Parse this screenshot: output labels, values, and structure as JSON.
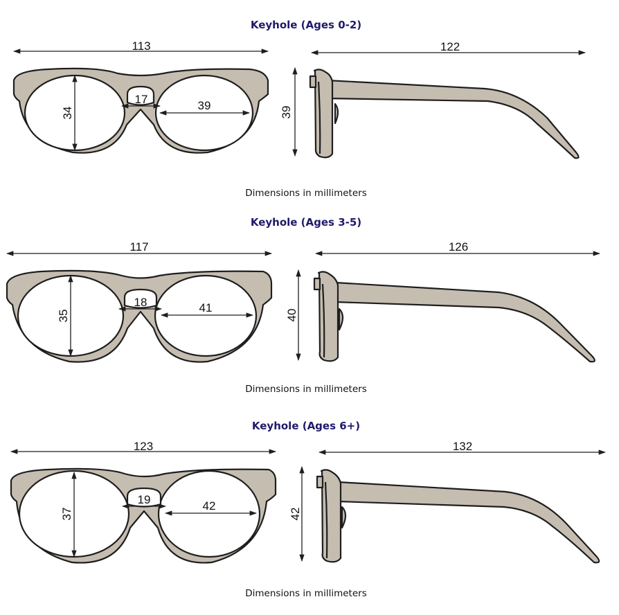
{
  "diagrams": [
    {
      "title": "Keyhole (Ages 0-2)",
      "caption": "Dimensions in millimeters",
      "frame_width": "113",
      "temple_length": "122",
      "lens_height": "34",
      "bridge": "17",
      "lens_width": "39",
      "frame_height": "39"
    },
    {
      "title": "Keyhole (Ages 3-5)",
      "caption": "Dimensions in millimeters",
      "frame_width": "117",
      "temple_length": "126",
      "lens_height": "35",
      "bridge": "18",
      "lens_width": "41",
      "frame_height": "40"
    },
    {
      "title": "Keyhole (Ages 6+)",
      "caption": "Dimensions in millimeters",
      "frame_width": "123",
      "temple_length": "132",
      "lens_height": "37",
      "bridge": "19",
      "lens_width": "42",
      "frame_height": "42"
    }
  ],
  "colors": {
    "title": "#1f1a6b",
    "frame_fill": "#c6bdb1",
    "outline": "#1e1e1e"
  }
}
